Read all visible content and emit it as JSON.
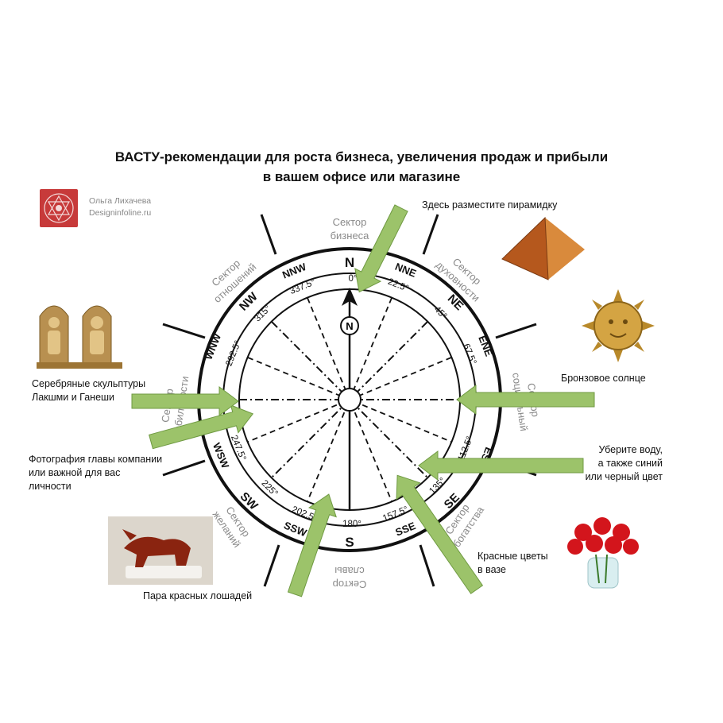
{
  "title": {
    "line1": "ВАСТУ-рекомендации для роста бизнеса, увеличения продаж и прибыли",
    "line2": "в вашем офисе или магазине"
  },
  "author": {
    "name": "Ольга Лихачева",
    "site": "Designinfoline.ru"
  },
  "compass": {
    "north_marker": "N",
    "directions": [
      {
        "abbr": "N",
        "degree": "0°"
      },
      {
        "abbr": "NNE",
        "degree": "22.5°"
      },
      {
        "abbr": "NE",
        "degree": "45°"
      },
      {
        "abbr": "ENE",
        "degree": "67.5°"
      },
      {
        "abbr": "ESE",
        "degree": "112.5°"
      },
      {
        "abbr": "SE",
        "degree": "135°"
      },
      {
        "abbr": "SSE",
        "degree": "157.5°"
      },
      {
        "abbr": "S",
        "degree": "180°"
      },
      {
        "abbr": "SSW",
        "degree": "202.5°"
      },
      {
        "abbr": "SW",
        "degree": "225°"
      },
      {
        "abbr": "WSW",
        "degree": "247.5°"
      },
      {
        "abbr": "WNW",
        "degree": "292.5°"
      },
      {
        "abbr": "NW",
        "degree": "315°"
      },
      {
        "abbr": "NNW",
        "degree": "337.5°"
      }
    ],
    "sectors": [
      {
        "line1": "Сектор",
        "line2": "бизнеса"
      },
      {
        "line1": "Сектор",
        "line2": "духовности"
      },
      {
        "line1": "Сектор",
        "line2": "социальный"
      },
      {
        "line1": "Сектор",
        "line2": "богатства"
      },
      {
        "line1": "Сектор",
        "line2": "славы"
      },
      {
        "line1": "Сектор",
        "line2": "желаний"
      },
      {
        "line1": "Сектор",
        "line2": "мобильности"
      },
      {
        "line1": "Сектор",
        "line2": "отношений"
      }
    ]
  },
  "recommendations": {
    "pyramid": "Здесь разместите пирамидку",
    "sun": "Бронзовое солнце",
    "water_line1": "Уберите воду,",
    "water_line2": "а также синий",
    "water_line3": "или черный цвет",
    "flowers_line1": "Красные цветы",
    "flowers_line2": "в вазе",
    "horses": "Пара красных лошадей",
    "photo_line1": "Фотография главы компании",
    "photo_line2": "или важной для вас",
    "photo_line3": "личности",
    "sculptures_line1": "Серебряные скульптуры",
    "sculptures_line2": "Лакшми и Ганеши"
  },
  "colors": {
    "arrow_fill": "#9cc36a",
    "arrow_stroke": "#6f9a42",
    "sector_text": "#8a8a8a",
    "logo": "#c73a3a"
  }
}
